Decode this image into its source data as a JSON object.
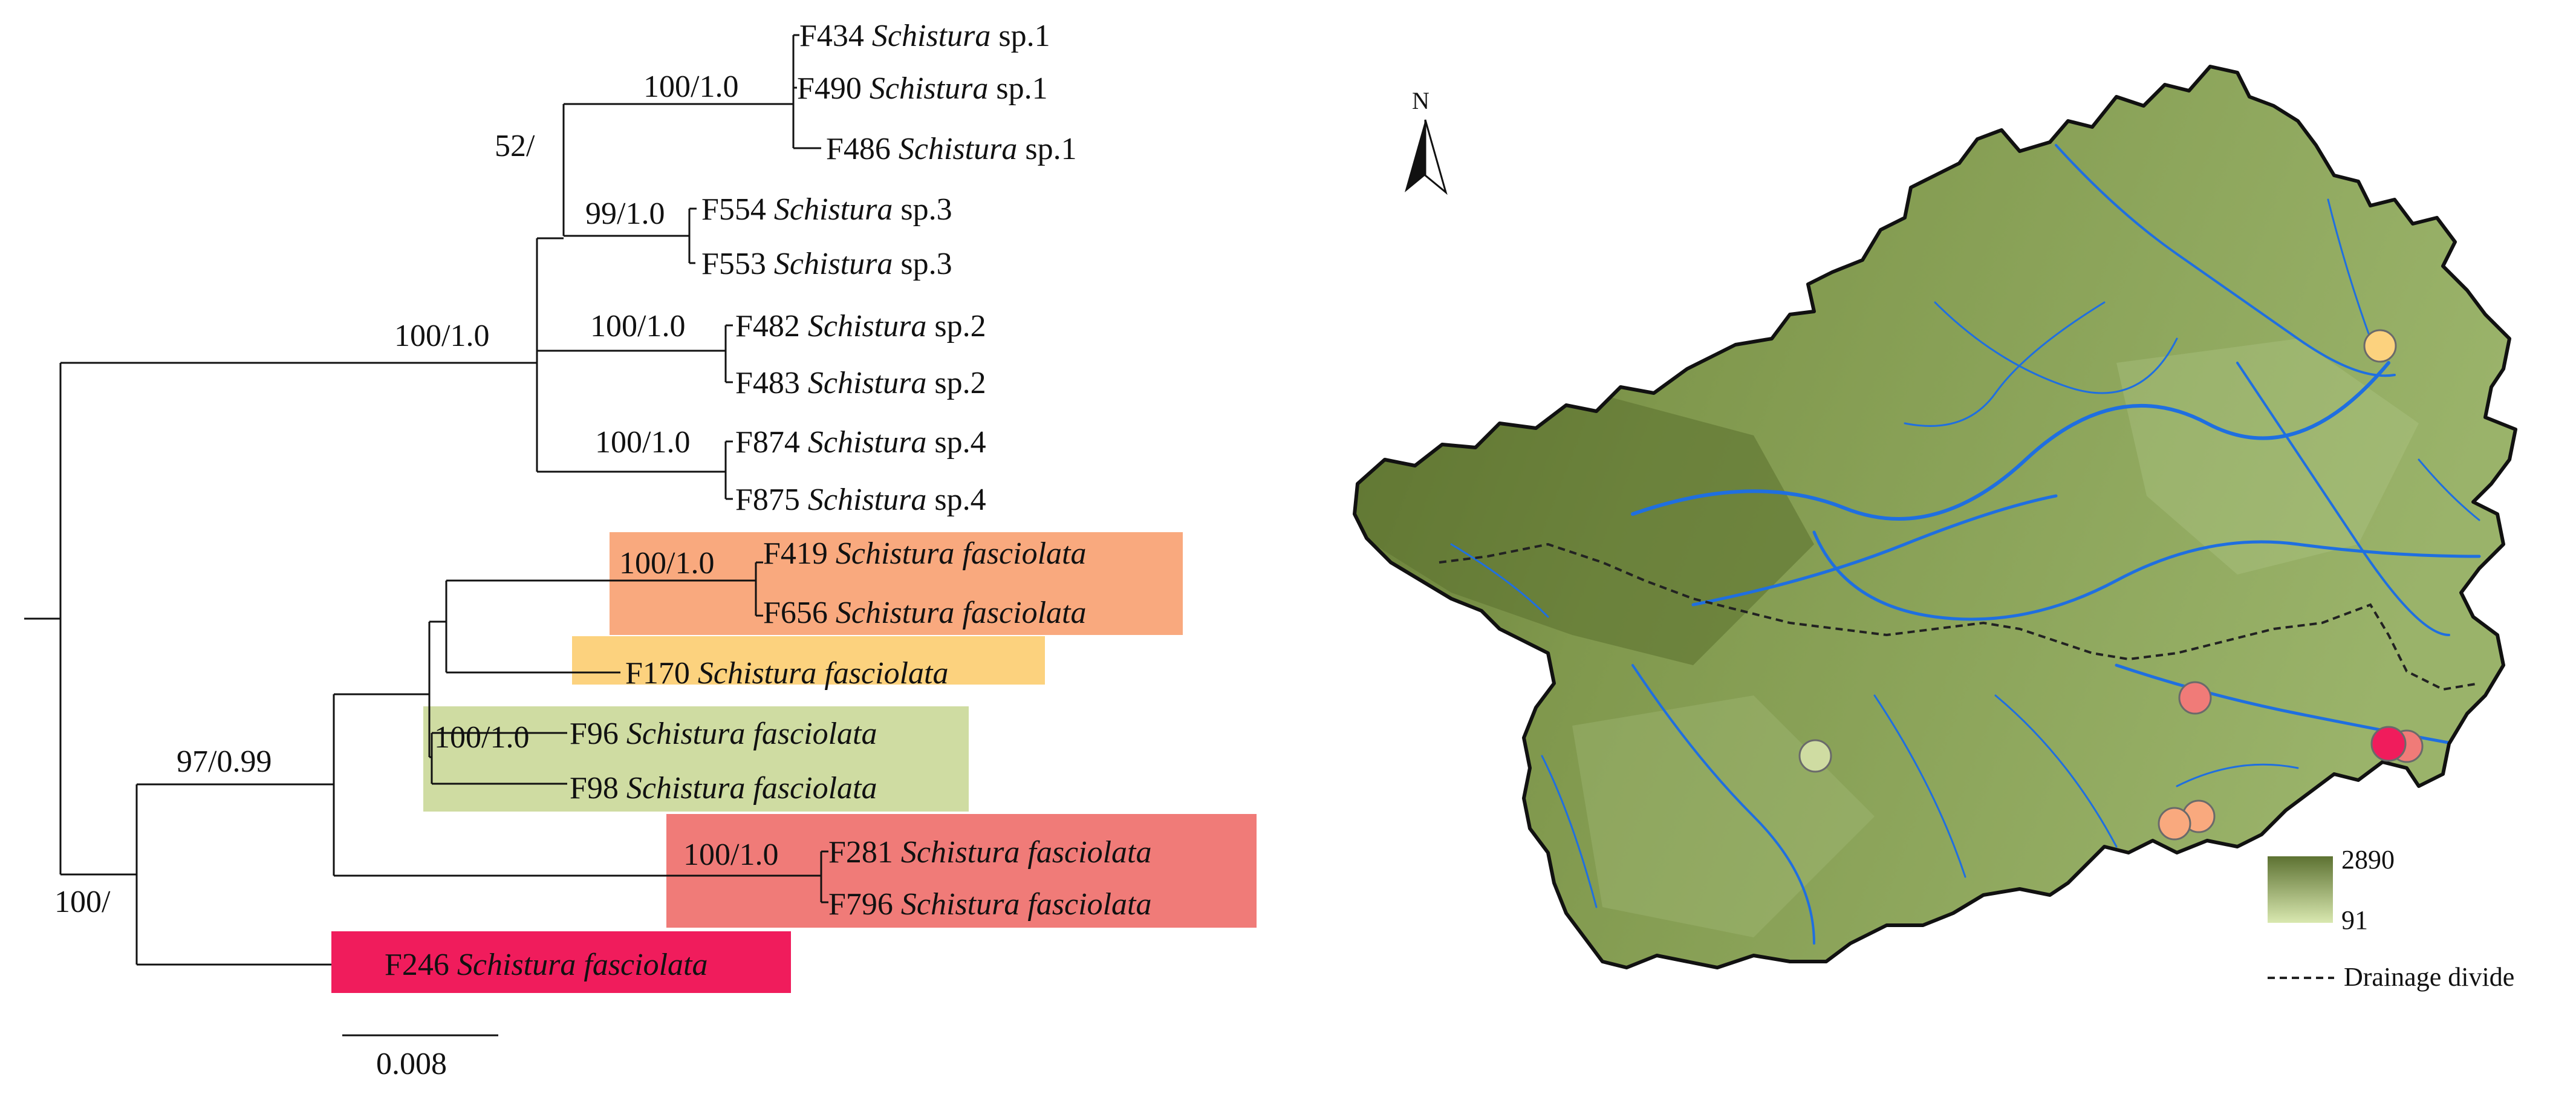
{
  "tree": {
    "tips": [
      {
        "id": "F434",
        "genus": "Schistura",
        "epithet": "sp.1"
      },
      {
        "id": "F490",
        "genus": "Schistura",
        "epithet": "sp.1"
      },
      {
        "id": "F486",
        "genus": "Schistura",
        "epithet": "sp.1"
      },
      {
        "id": "F554",
        "genus": "Schistura",
        "epithet": "sp.3"
      },
      {
        "id": "F553",
        "genus": "Schistura",
        "epithet": "sp.3"
      },
      {
        "id": "F482",
        "genus": "Schistura",
        "epithet": "sp.2"
      },
      {
        "id": "F483",
        "genus": "Schistura",
        "epithet": "sp.2"
      },
      {
        "id": "F874",
        "genus": "Schistura",
        "epithet": "sp.4"
      },
      {
        "id": "F875",
        "genus": "Schistura",
        "epithet": "sp.4"
      },
      {
        "id": "F419",
        "genus": "Schistura",
        "epithet": "fasciolata",
        "color": "#f9a97e"
      },
      {
        "id": "F656",
        "genus": "Schistura",
        "epithet": "fasciolata",
        "color": "#f9a97e"
      },
      {
        "id": "F170",
        "genus": "Schistura",
        "epithet": "fasciolata",
        "color": "#fcd27e"
      },
      {
        "id": "F96",
        "genus": "Schistura",
        "epithet": "fasciolata",
        "color": "#cfdca2"
      },
      {
        "id": "F98",
        "genus": "Schistura",
        "epithet": "fasciolata",
        "color": "#cfdca2"
      },
      {
        "id": "F281",
        "genus": "Schistura",
        "epithet": "fasciolata",
        "color": "#f07b78"
      },
      {
        "id": "F796",
        "genus": "Schistura",
        "epithet": "fasciolata",
        "color": "#f07b78"
      },
      {
        "id": "F246",
        "genus": "Schistura",
        "epithet": "fasciolata",
        "color": "#f01c5c"
      }
    ],
    "support": {
      "sp1_clade": "100/1.0",
      "sp1_sp3_clade": "52/",
      "sp3_clade": "99/1.0",
      "ingroup_clade": "100/1.0",
      "sp2_clade": "100/1.0",
      "sp4_clade": "100/1.0",
      "f419_f656": "100/1.0",
      "f96_f98": "100/1.0",
      "fasciolata_sub": "97/0.99",
      "f281_f796": "100/1.0",
      "fasciolata_clade": "100/"
    },
    "scale_bar": "0.008"
  },
  "map": {
    "north": "N",
    "elevation_legend": {
      "max": "2890",
      "min": "91",
      "high_color": "#5d7232",
      "low_color": "#d9e8b0"
    },
    "divide_legend": "Drainage divide",
    "sites": [
      {
        "color": "#fcd27e"
      },
      {
        "color": "#f07b78"
      },
      {
        "color": "#cfdca2"
      },
      {
        "color": "#f01c5c"
      },
      {
        "color": "#f07b78"
      },
      {
        "color": "#f9a97e"
      },
      {
        "color": "#f9a97e"
      }
    ],
    "colors": {
      "land": "#8ea45a",
      "highland": "#6d8237",
      "river": "#1f6fe0",
      "border": "#111111"
    }
  }
}
